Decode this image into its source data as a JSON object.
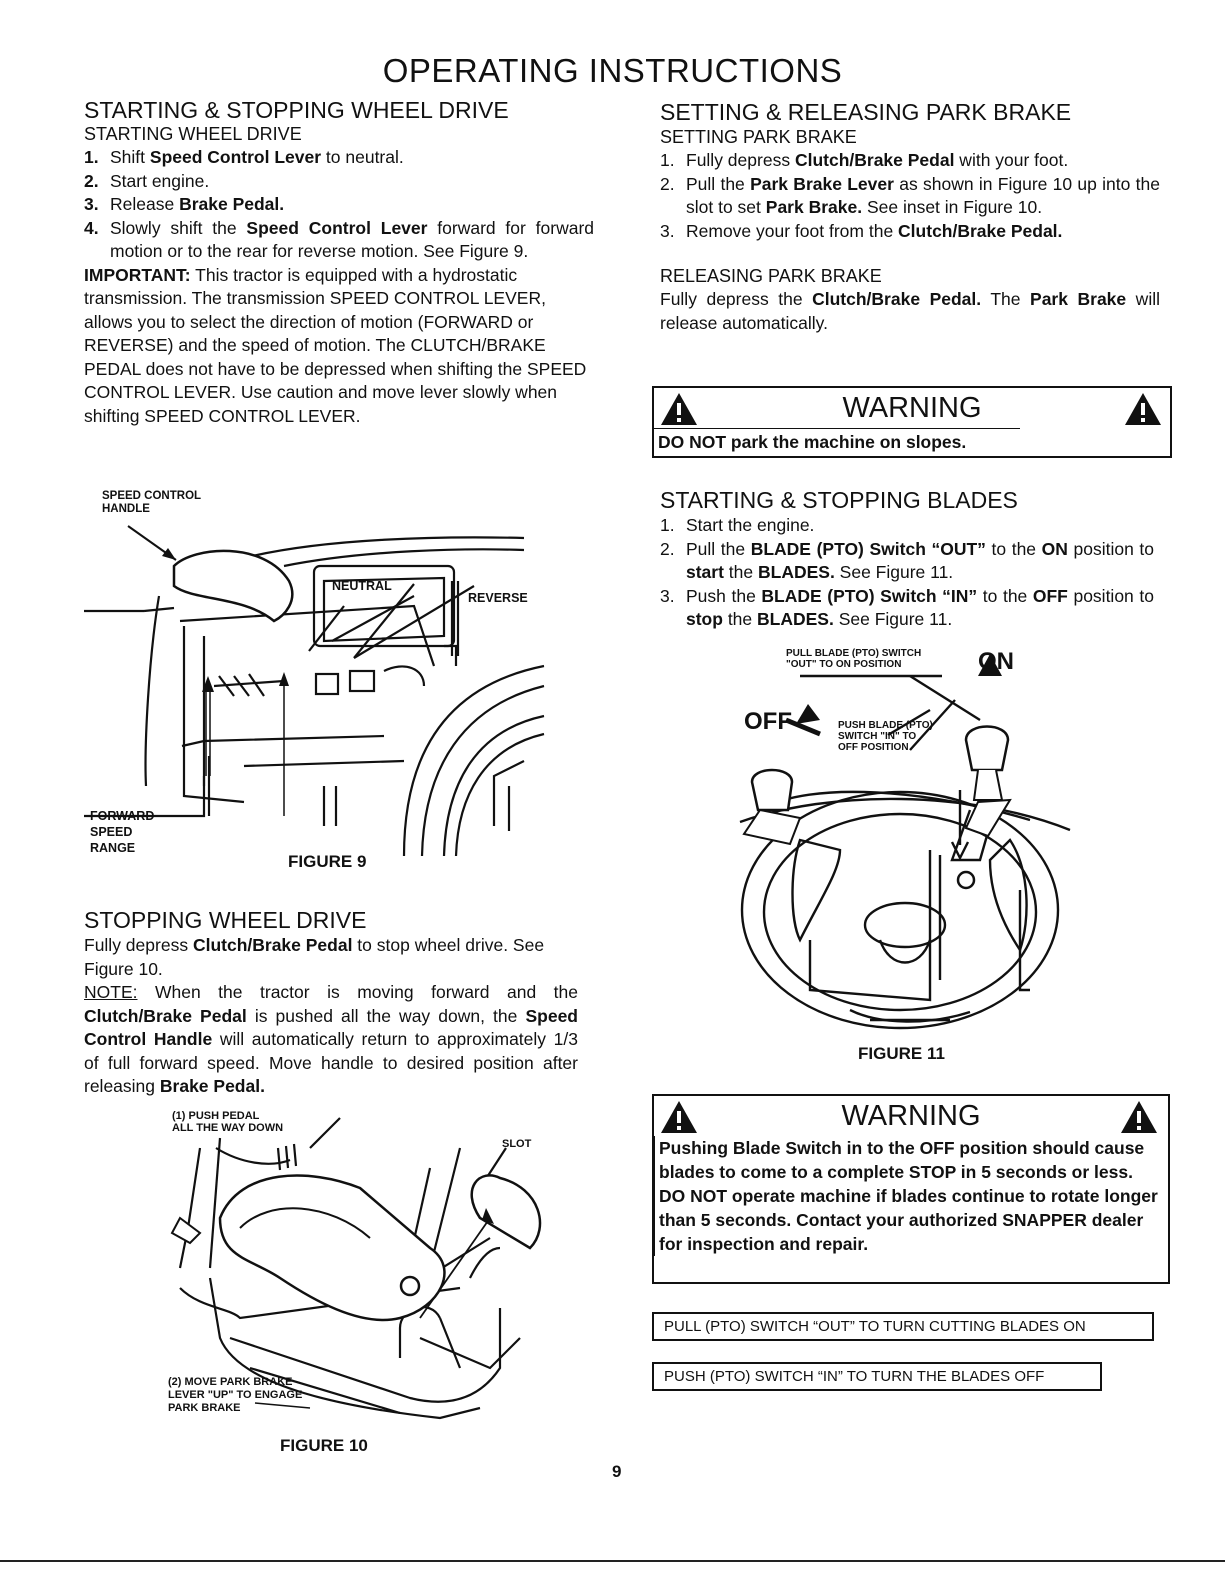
{
  "page_title": "OPERATING INSTRUCTIONS",
  "page_number": "9",
  "left": {
    "sec1_title": "STARTING & STOPPING WHEEL DRIVE",
    "sec1_sub": "STARTING WHEEL DRIVE",
    "steps": [
      {
        "n": "1.",
        "a": "Shift ",
        "b": "Speed Control Lever",
        "c": " to neutral."
      },
      {
        "n": "2.",
        "a": "Start engine.",
        "b": "",
        "c": ""
      },
      {
        "n": "3.",
        "a": "Release ",
        "b": "Brake Pedal.",
        "c": ""
      },
      {
        "n": "4.",
        "a": "Slowly shift the ",
        "b": "Speed Control Lever",
        "c": " forward for forward motion or to the rear for reverse motion. See Figure 9."
      }
    ],
    "important_label": "IMPORTANT:",
    "important_text": " This tractor is equipped with a hydrostatic transmission. The transmission SPEED CONTROL LEVER, allows you to select the direction of motion (FORWARD or REVERSE) and the speed of motion. The CLUTCH/BRAKE PEDAL does not have to be depressed when shifting the SPEED CONTROL LEVER. Use caution and move lever slowly when shifting SPEED CONTROL LEVER.",
    "fig9": {
      "label_handle_1": "SPEED CONTROL",
      "label_handle_2": "HANDLE",
      "label_neutral": "NEUTRAL",
      "label_reverse": "REVERSE",
      "label_fwd_1": "FORWARD",
      "label_fwd_2": "SPEED",
      "label_fwd_3": "RANGE",
      "caption": "FIGURE 9"
    },
    "sec2_title": "STOPPING WHEEL DRIVE",
    "sec2_p1_a": "Fully depress ",
    "sec2_p1_b": "Clutch/Brake Pedal",
    "sec2_p1_c": " to stop wheel drive. See Figure 10.",
    "note_label": "NOTE:",
    "note_a": " When the tractor is moving forward and the ",
    "note_b": "Clutch/Brake Pedal",
    "note_c": " is pushed all the way down, the ",
    "note_d": "Speed Control Handle",
    "note_e": " will automatically return to approximately 1/3 of full forward speed. Move handle to desired position after releasing ",
    "note_f": "Brake Pedal.",
    "fig10": {
      "label_push_1": "(1) PUSH PEDAL",
      "label_push_2": "ALL THE WAY DOWN",
      "label_slot": "SLOT",
      "label_move_1": "(2) MOVE PARK BRAKE",
      "label_move_2": "LEVER \"UP\" TO ENGAGE",
      "label_move_3": "PARK BRAKE",
      "caption": "FIGURE 10"
    }
  },
  "right": {
    "sec3_title": "SETTING & RELEASING PARK BRAKE",
    "sec3_sub": "SETTING PARK BRAKE",
    "steps": [
      {
        "n": "1.",
        "a": "Fully depress ",
        "b": "Clutch/Brake Pedal",
        "c": " with your foot.",
        "d": "",
        "e": "",
        "f": ""
      },
      {
        "n": "2.",
        "a": "Pull the ",
        "b": "Park Brake Lever",
        "c": " as shown in Figure 10 up into the slot to set ",
        "d": "Park Brake.",
        "e": " See inset in Figure 10.",
        "f": ""
      },
      {
        "n": "3.",
        "a": "Remove your foot from the ",
        "b": "Clutch/Brake Pedal.",
        "c": "",
        "d": "",
        "e": "",
        "f": ""
      }
    ],
    "release_sub": "RELEASING PARK BRAKE",
    "release_a": "Fully depress the ",
    "release_b": "Clutch/Brake Pedal.",
    "release_c": " The ",
    "release_d": "Park Brake",
    "release_e": " will release automatically.",
    "warning1_title": "WARNING",
    "warning1_text": "DO NOT park the machine on slopes.",
    "sec4_title": "STARTING & STOPPING BLADES",
    "blade_steps": [
      {
        "n": "1.",
        "a": "Start the engine."
      },
      {
        "n": "2.",
        "a": "Pull the ",
        "b": "BLADE (PTO) Switch “OUT”",
        "c": " to the ",
        "d": "ON",
        "e": " position to ",
        "f": "start",
        "g": " the ",
        "h": "BLADES.",
        "i": " See Figure 11."
      },
      {
        "n": "3.",
        "a": "Push the ",
        "b": "BLADE (PTO) Switch “IN”",
        "c": " to the ",
        "d": "OFF",
        "e": " position to ",
        "f": "stop",
        "g": " the ",
        "h": "BLADES.",
        "i": " See Figure 11."
      }
    ],
    "fig11": {
      "label_pull_1": "PULL BLADE (PTO) SWITCH",
      "label_pull_2": "\"OUT\" TO ON POSITION",
      "label_on": "ON",
      "label_off": "OFF",
      "label_push_1": "PUSH BLADE (PTO)",
      "label_push_2": "SWITCH \"IN\" TO",
      "label_push_3": "OFF POSITION",
      "caption": "FIGURE 11"
    },
    "warning2_title": "WARNING",
    "warning2_text": "Pushing Blade Switch in to the OFF position should cause blades to come to a complete STOP in 5 seconds or less. DO NOT operate machine if blades continue to rotate longer than 5 seconds. Contact your authorized SNAPPER dealer for inspection and repair.",
    "pill1": "PULL (PTO) SWITCH “OUT” TO TURN CUTTING BLADES ON",
    "pill2": "PUSH (PTO) SWITCH “IN” TO TURN THE BLADES OFF"
  }
}
